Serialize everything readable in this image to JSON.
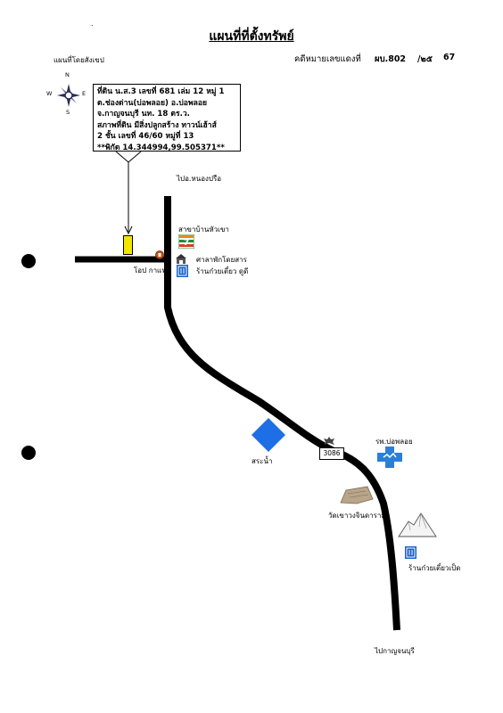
{
  "header": {
    "title": "แผนที่ที่ตั้งทรัพย์",
    "map_label": "แผนที่โดยสังเขป",
    "case_label": "คดีหมายเลขแดงที่",
    "case_code": "ผบ.802",
    "case_year_th": "/๒๕",
    "case_year": "67",
    "corner_mark": "."
  },
  "compass": {
    "north": "N",
    "south": "S",
    "east": "E",
    "west": "W"
  },
  "property": {
    "lines": [
      "ที่ดิน น.ส.3 เลขที่ 681  เล่ม 12  หมู่ 1",
      "ต.ช่องด่าน(บ่อพลอย) อ.บ่อพลอย",
      "จ.กาญจนบุรี  นท. 18 ตร.ว.",
      "สภาพที่ดิน  มีสิ่งปลูกสร้าง  ทาวน์เฮ้าส์",
      " 2 ชั้น  เลขที่ 46/60  หมู่ที่ 13",
      " **พิกัด 14.344994,99.505371**"
    ],
    "coordinates": {
      "lat": 14.344994,
      "lon": 99.505371
    }
  },
  "labels": {
    "to_nong_prue": "ไปอ.หนองปรือ",
    "seven_eleven_branch": "สาขาบ้านหัวเขา",
    "coffee_shop": "โอป กาแฟ",
    "pavilion": "ศาลาพักโดยสาร",
    "noodle_shop_1": "ร้านก๋วยเตี๋ยว ดูดี",
    "pond": "สระน้ำ",
    "route_number": "3086",
    "hospital": "รพ.บ่อพลอย",
    "temple": "วัดเขาวงจินดาราม",
    "noodle_shop_2": "ร้านก๋วยเตี๋ยวเป็ด",
    "to_kanchanaburi": "ไปกาญจนบุรี"
  },
  "colors": {
    "road": "#000000",
    "pond": "#1e6fe6",
    "property_marker": "#f2e600",
    "seven_eleven_green": "#1a8f3a",
    "seven_eleven_red": "#e03a1e",
    "hospital": "#2a7fd8",
    "restaurant": "#1a5fc8"
  },
  "icons": {
    "compass": "compass-rose-icon",
    "property": "property-marker-icon",
    "seven_eleven": "seven-eleven-logo-icon",
    "coffee": "coffee-shop-icon",
    "pavilion": "bus-shelter-icon",
    "restaurant": "restaurant-icon",
    "pond": "pond-icon",
    "hospital": "hospital-icon",
    "temple": "temple-icon",
    "mountain": "mountain-icon",
    "royal_emblem": "royal-emblem-icon"
  }
}
